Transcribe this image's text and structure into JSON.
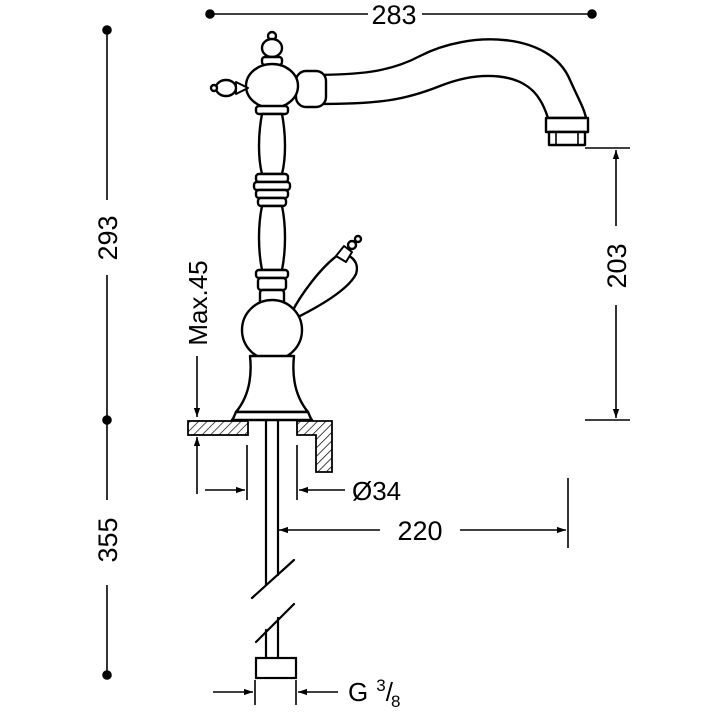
{
  "dimensions": {
    "overall_width": "283",
    "upper_height": "293",
    "lower_height": "355",
    "spout_height": "203",
    "max_thickness": "Max.45",
    "hole_diameter": "Ø34",
    "tail_length": "220",
    "connection_prefix": "G",
    "connection_num": "3",
    "connection_slash": "/",
    "connection_den": "8"
  },
  "colors": {
    "line": "#000000",
    "background": "#ffffff"
  }
}
